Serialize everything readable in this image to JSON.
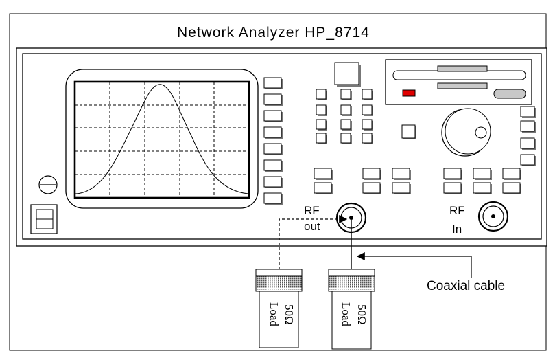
{
  "title": "Network Analyzer HP_8714",
  "ports": {
    "rf_out_line1": "RF",
    "rf_out_line2": "out",
    "rf_in_line1": "RF",
    "rf_in_line2": "In"
  },
  "loads": [
    {
      "value": "50Ω",
      "name": "Load"
    },
    {
      "value": "50Ω",
      "name": "Load"
    }
  ],
  "cable_label": "Coaxial cable",
  "colors": {
    "indicator": "#e00000",
    "shading": "#c8c8c8"
  }
}
